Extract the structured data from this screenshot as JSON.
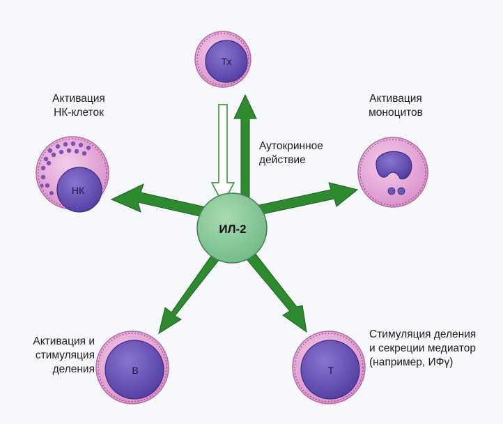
{
  "center": {
    "label": "ИЛ-2"
  },
  "cells": {
    "th": {
      "label": "Тх"
    },
    "nk": {
      "label": "НК"
    },
    "mono": {
      "label": ""
    },
    "b": {
      "label": "В"
    },
    "t": {
      "label": "Т"
    }
  },
  "annotations": {
    "nk": [
      "Активация",
      "НК-клеток"
    ],
    "mono": [
      "Активация",
      "моноцитов"
    ],
    "autocrine": [
      "Аутокринное",
      "действие"
    ],
    "b": [
      "Активация и",
      "стимуляция",
      "деления"
    ],
    "t": [
      "Стимуляция деления",
      "и секреции медиатор",
      "(например, ИФγ)"
    ]
  },
  "colors": {
    "arrow_green": "#2e8a2e",
    "center_green": "#8dcf9a",
    "cell_pink": "#e6a9d6",
    "nucleus_purple": "#6a56b4",
    "nucleus_dark": "#3a2a80"
  }
}
